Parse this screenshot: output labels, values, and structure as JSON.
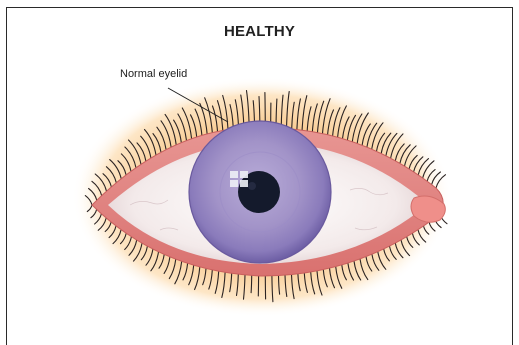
{
  "diagram": {
    "title": "HEALTHY",
    "callout_label": "Normal eyelid"
  },
  "colors": {
    "glow": "#f9c98d",
    "eyelid_rim": "#e58a87",
    "sclera": "#f6efef",
    "iris": "#a79acc",
    "iris_dark": "#7f70b3",
    "pupil": "#141a2c",
    "lashes": "#2b2322"
  },
  "icons": {
    "callout": "leader-line",
    "lashes": "eyelash-strokes"
  }
}
